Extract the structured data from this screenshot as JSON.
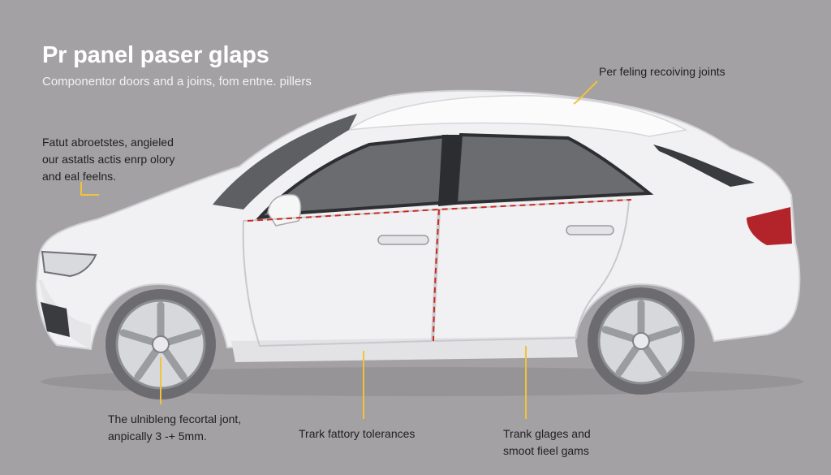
{
  "title": "Pr panel paser glaps",
  "subtitle": "Componentor doors and a joins, fom entne. pillers",
  "annotations": {
    "left": [
      "Fatut abroetstes, angieled",
      "our astatls actis enrp olory",
      "and eal feelns."
    ],
    "top_right": [
      "Per feling recoiving joints"
    ],
    "bottom_left": [
      "The ulnibleng fecortal jont,",
      "anpically 3 -+ 5mm."
    ],
    "bottom_center": [
      "Trark fattory tolerances"
    ],
    "bottom_right": [
      "Trank glages and",
      "smoot fieel gams"
    ]
  },
  "colors": {
    "background": "#a3a1a4",
    "body_paint": "#f1f1f3",
    "glass": "#5d5f63",
    "gap_line": "#cc2a22",
    "callout": "#f0c33a",
    "taillight": "#b3242a",
    "tire": "#6c6b6f",
    "rim": "#d7d8dc"
  }
}
